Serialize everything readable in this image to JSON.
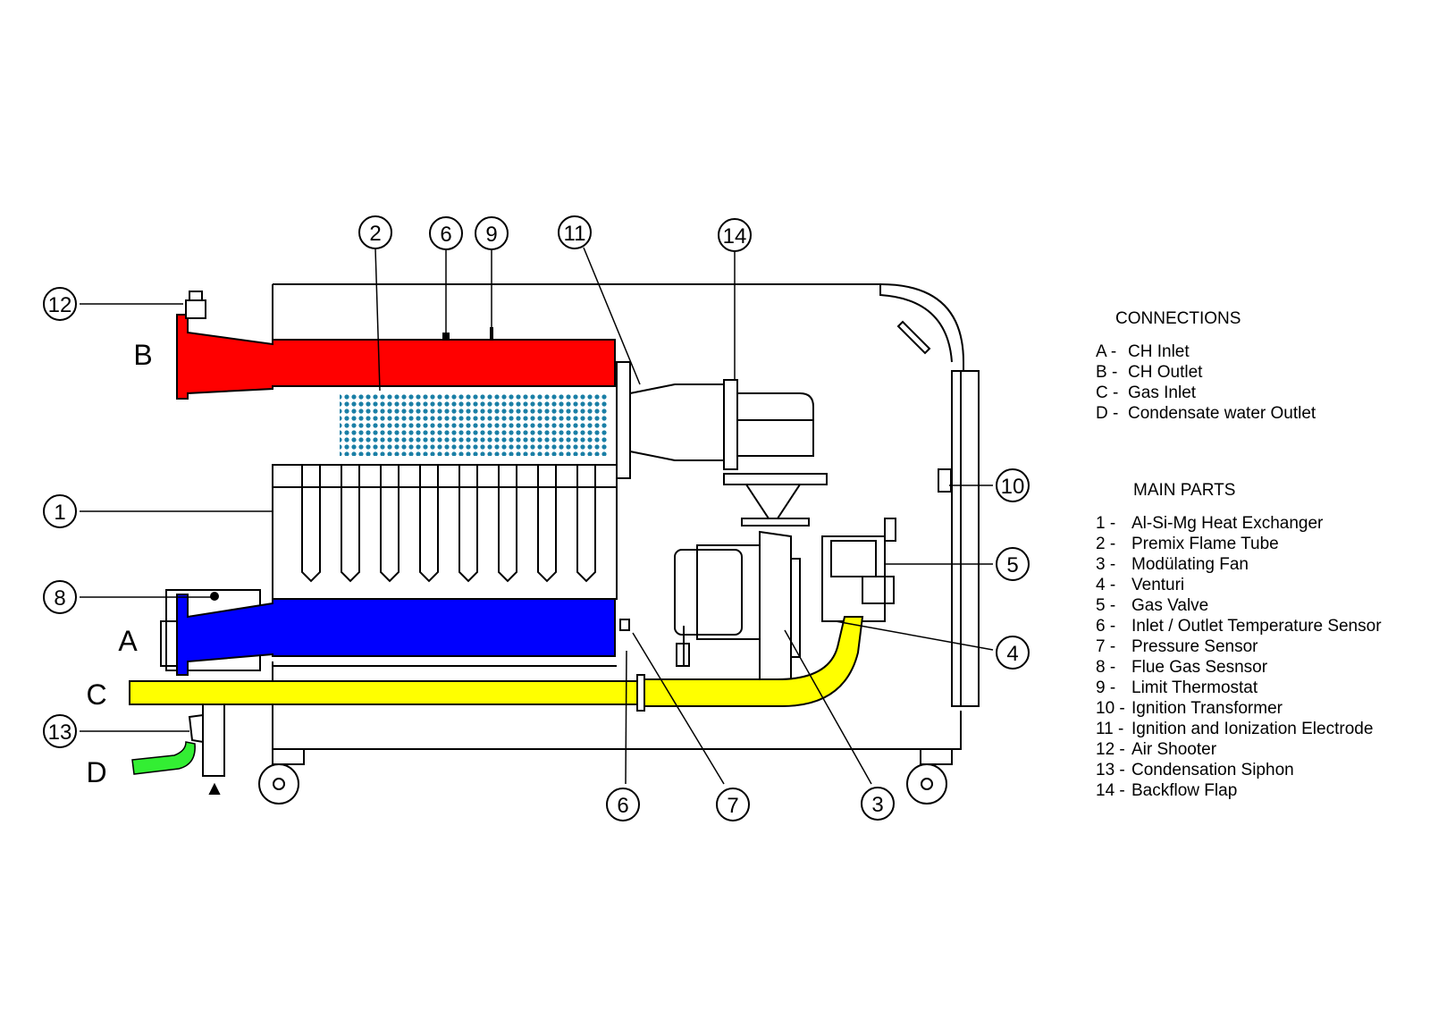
{
  "connections": {
    "title": "CONNECTIONS",
    "items": [
      {
        "key": "A -",
        "label": "CH Inlet"
      },
      {
        "key": "B -",
        "label": "CH Outlet"
      },
      {
        "key": "C -",
        "label": "Gas Inlet"
      },
      {
        "key": "D -",
        "label": "Condensate water Outlet"
      }
    ]
  },
  "main_parts": {
    "title": "MAIN PARTS",
    "items": [
      {
        "key": "1 -",
        "label": "Al-Si-Mg Heat Exchanger"
      },
      {
        "key": "2 -",
        "label": "Premix Flame Tube"
      },
      {
        "key": "3 -",
        "label": "Modülating Fan"
      },
      {
        "key": "4 -",
        "label": "Venturi"
      },
      {
        "key": "5 -",
        "label": "Gas Valve"
      },
      {
        "key": "6 -",
        "label": "Inlet / Outlet Temperature Sensor"
      },
      {
        "key": "7 -",
        "label": "Pressure Sensor"
      },
      {
        "key": "8 -",
        "label": "Flue Gas Sesnsor"
      },
      {
        "key": "9 -",
        "label": "Limit Thermostat"
      },
      {
        "key": "10 -",
        "label": "Ignition Transformer"
      },
      {
        "key": "11 -",
        "label": "Ignition and Ionization Electrode"
      },
      {
        "key": "12 -",
        "label": "Air Shooter"
      },
      {
        "key": "13 -",
        "label": "Condensation Siphon"
      },
      {
        "key": "14 -",
        "label": "Backflow Flap"
      }
    ]
  },
  "letters": {
    "a": "A",
    "b": "B",
    "c": "C",
    "d": "D"
  },
  "callouts": {
    "n1": "1",
    "n2": "2",
    "n3": "3",
    "n4": "4",
    "n5": "5",
    "n6_top": "6",
    "n6_bottom": "6",
    "n7": "7",
    "n8": "8",
    "n9": "9",
    "n10": "10",
    "n11": "11",
    "n12": "12",
    "n13": "13",
    "n14": "14"
  },
  "colors": {
    "ch_outlet": "#ff0000",
    "ch_inlet": "#0000ff",
    "gas": "#ffff00",
    "condensate": "#33ee33",
    "flame": "#1a7fa6",
    "line": "#000000"
  }
}
